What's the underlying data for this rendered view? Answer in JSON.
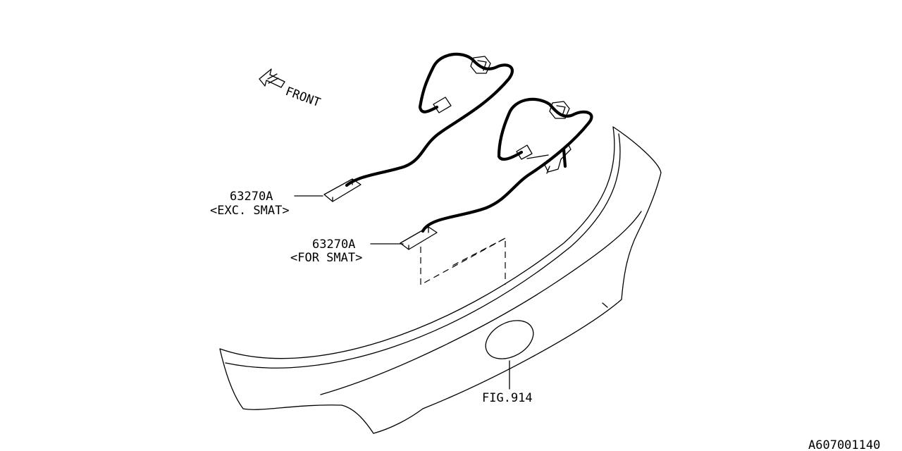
{
  "diagram": {
    "front_label": "FRONT",
    "callouts": [
      {
        "part": "63270A",
        "note": "<EXC. SMAT>"
      },
      {
        "part": "63270A",
        "note": "<FOR SMAT>"
      }
    ],
    "fig_ref": "FIG.914",
    "drawing_id": "A607001140"
  }
}
